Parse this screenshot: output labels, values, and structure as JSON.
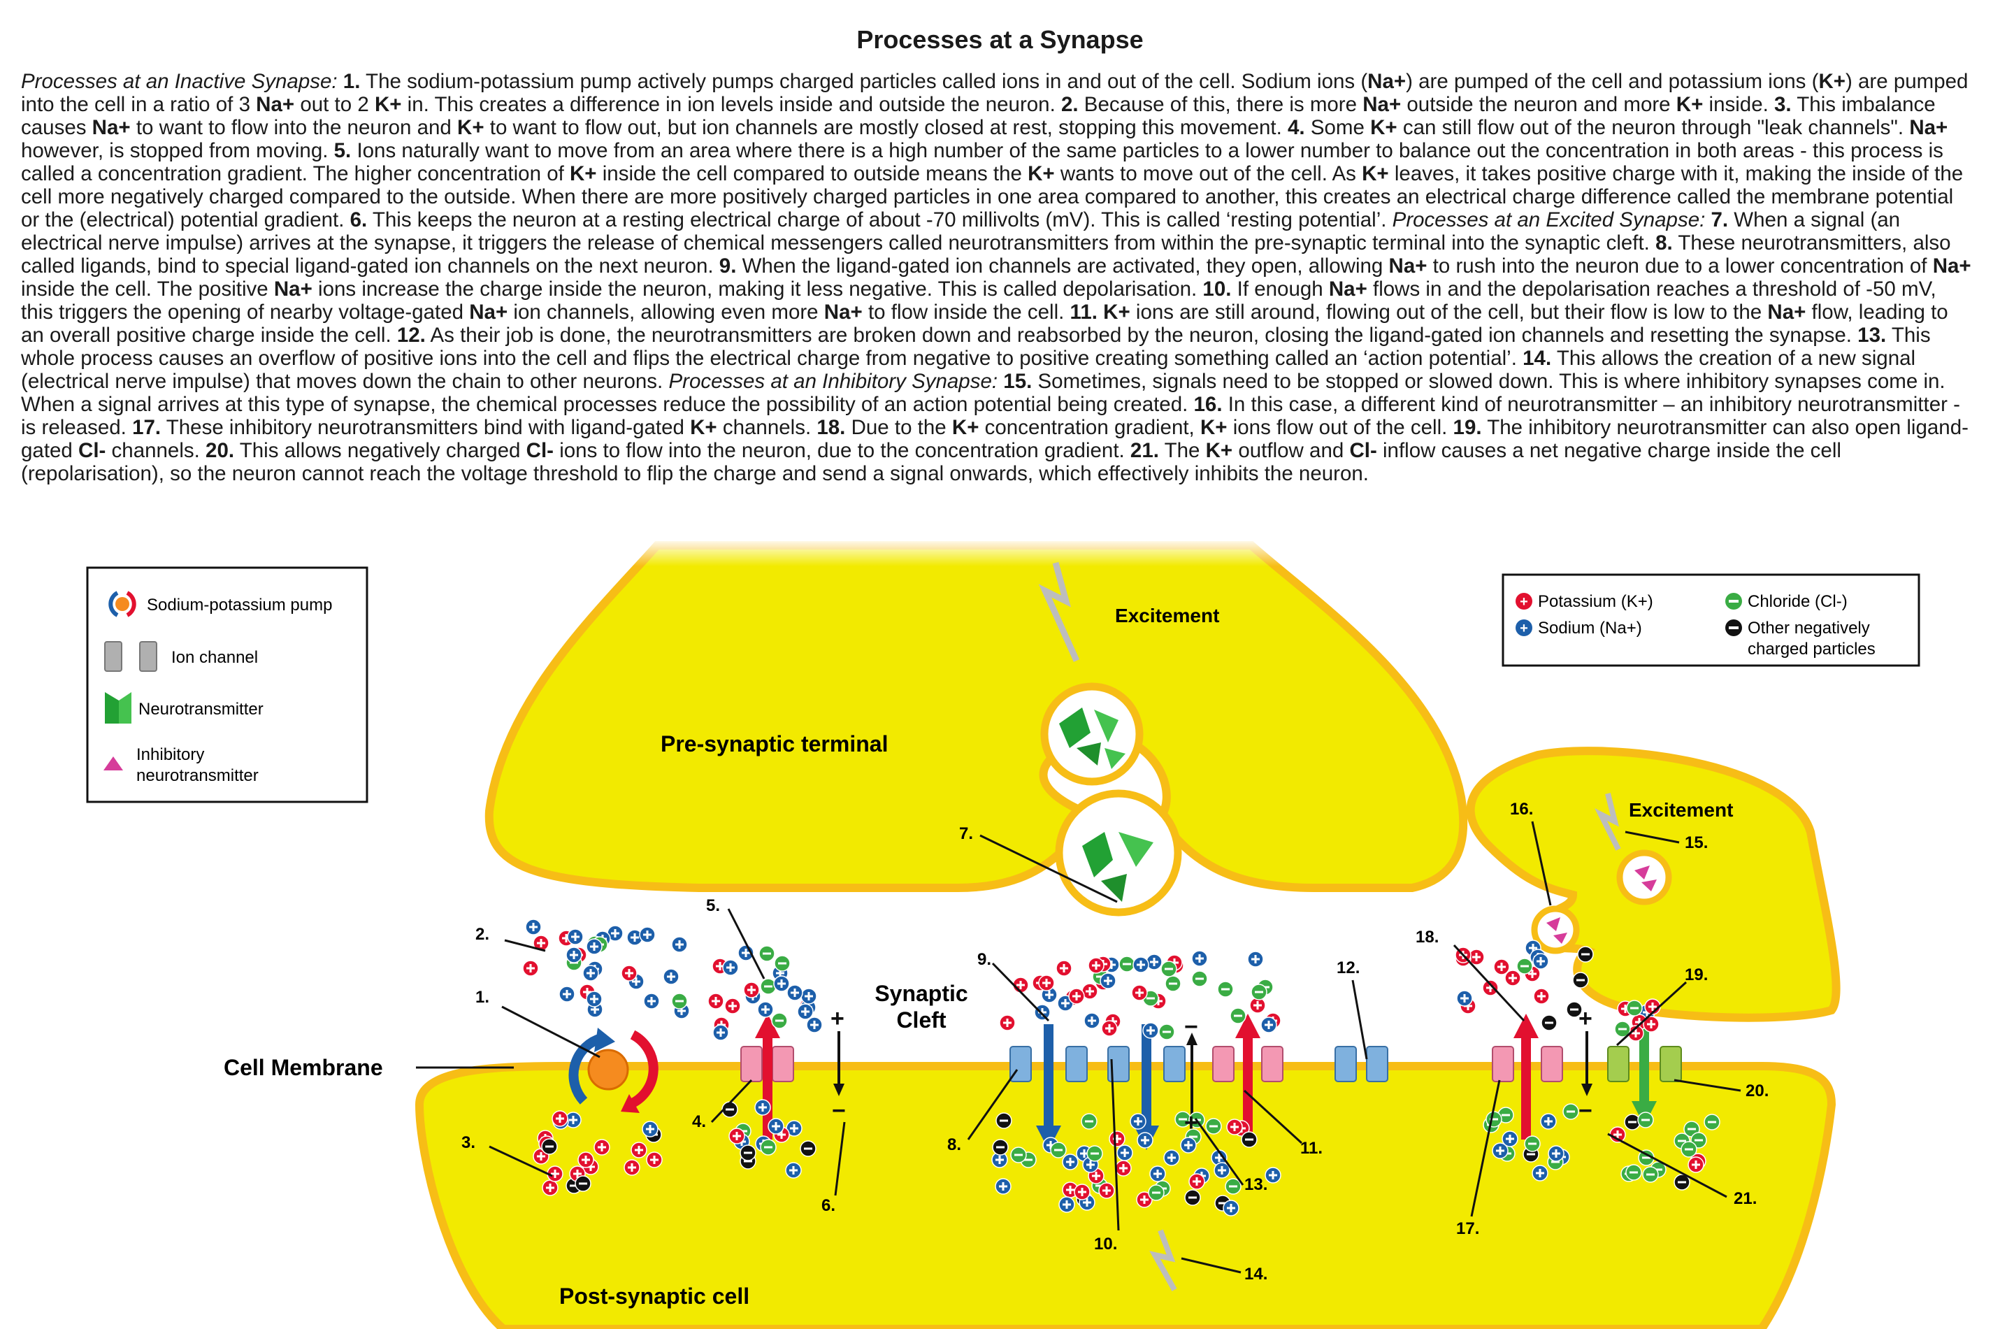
{
  "title": "Processes at a Synapse",
  "paragraph": [
    {
      "t": "i",
      "v": "Processes at an Inactive Synapse: "
    },
    {
      "t": "b",
      "v": "1."
    },
    {
      "t": "n",
      "v": " The sodium-potassium pump actively pumps charged  particles called ions in and out of the cell. Sodium ions ("
    },
    {
      "t": "b",
      "v": "Na+"
    },
    {
      "t": "n",
      "v": ") are pumped of the cell and potassium ions ("
    },
    {
      "t": "b",
      "v": "K+"
    },
    {
      "t": "n",
      "v": ") are pumped into the cell in a ratio of 3 "
    },
    {
      "t": "b",
      "v": "Na+"
    },
    {
      "t": "n",
      "v": " out to 2 "
    },
    {
      "t": "b",
      "v": "K+"
    },
    {
      "t": "n",
      "v": " in. This creates a difference in ion levels inside and outside the neuron. "
    },
    {
      "t": "b",
      "v": "2."
    },
    {
      "t": "n",
      "v": " Because of this, there is more "
    },
    {
      "t": "b",
      "v": "Na+"
    },
    {
      "t": "n",
      "v": " outside the neuron and more "
    },
    {
      "t": "b",
      "v": "K+"
    },
    {
      "t": "n",
      "v": " inside. "
    },
    {
      "t": "b",
      "v": "3."
    },
    {
      "t": "n",
      "v": " This imbalance causes "
    },
    {
      "t": "b",
      "v": "Na+"
    },
    {
      "t": "n",
      "v": " to want to flow into the neuron and "
    },
    {
      "t": "b",
      "v": "K+"
    },
    {
      "t": "n",
      "v": " to want to flow out, but ion channels are mostly closed at rest, stopping this movement. "
    },
    {
      "t": "b",
      "v": "4."
    },
    {
      "t": "n",
      "v": " Some "
    },
    {
      "t": "b",
      "v": "K+"
    },
    {
      "t": "n",
      "v": " can still flow out of the neuron through \"leak channels\". "
    },
    {
      "t": "b",
      "v": "Na+"
    },
    {
      "t": "n",
      "v": " however, is stopped from moving. "
    },
    {
      "t": "b",
      "v": "5."
    },
    {
      "t": "n",
      "v": " Ions naturally want to move from an area where there is a high number of the same particles to a lower number to balance out the concentration in both areas - this process is called a concentration gradient. The higher concentration of "
    },
    {
      "t": "b",
      "v": "K+"
    },
    {
      "t": "n",
      "v": " inside the cell compared to outside means the  "
    },
    {
      "t": "b",
      "v": "K+"
    },
    {
      "t": "n",
      "v": " wants to move out of the cell.  As "
    },
    {
      "t": "b",
      "v": "K+"
    },
    {
      "t": "n",
      "v": " leaves, it takes positive charge with it, making the inside of the cell more negatively charged compared to the outside. When there are more positively charged particles in one area compared to another, this creates an electrical charge difference called the membrane potential or the (electrical) potential gradient.  "
    },
    {
      "t": "b",
      "v": "6."
    },
    {
      "t": "n",
      "v": " This keeps the neuron at a resting electrical charge of about -70 millivolts (mV). This is called ‘resting potential’. "
    },
    {
      "t": "i",
      "v": "Processes at an Excited Synapse: "
    },
    {
      "t": "b",
      "v": "7."
    },
    {
      "t": "n",
      "v": " When a signal (an electrical nerve impulse) arrives at the synapse, it triggers the release of chemical messengers called neurotransmitters from within the pre-synaptic terminal into the synaptic cleft. "
    },
    {
      "t": "b",
      "v": "8."
    },
    {
      "t": "n",
      "v": " These neurotransmitters, also called ligands, bind to special ligand-gated ion channels on the next neuron. "
    },
    {
      "t": "b",
      "v": "9."
    },
    {
      "t": "n",
      "v": " When the ligand-gated ion channels are activated, they open, allowing "
    },
    {
      "t": "b",
      "v": "Na+"
    },
    {
      "t": "n",
      "v": " to rush into the neuron due to a lower concentration of "
    },
    {
      "t": "b",
      "v": "Na+"
    },
    {
      "t": "n",
      "v": " inside the cell. The positive "
    },
    {
      "t": "b",
      "v": "Na+"
    },
    {
      "t": "n",
      "v": " ions increase the charge inside the neuron, making it less negative. This is called depolarisation. "
    },
    {
      "t": "b",
      "v": "10."
    },
    {
      "t": "n",
      "v": " If enough "
    },
    {
      "t": "b",
      "v": "Na+"
    },
    {
      "t": "n",
      "v": " flows in and the depolarisation reaches a threshold of -50 mV, this triggers the opening of nearby voltage-gated "
    },
    {
      "t": "b",
      "v": "Na+"
    },
    {
      "t": "n",
      "v": " ion channels, allowing even more "
    },
    {
      "t": "b",
      "v": "Na+"
    },
    {
      "t": "n",
      "v": " to flow inside the cell. "
    },
    {
      "t": "b",
      "v": "11."
    },
    {
      "t": "n",
      "v": " "
    },
    {
      "t": "b",
      "v": "K+"
    },
    {
      "t": "n",
      "v": " ions are still around, flowing out of the cell, but their flow is low to the "
    },
    {
      "t": "b",
      "v": "Na+"
    },
    {
      "t": "n",
      "v": " flow, leading to an overall positive charge inside the cell. "
    },
    {
      "t": "b",
      "v": "12."
    },
    {
      "t": "n",
      "v": " As their job is done, the neurotransmitters are broken down and reabsorbed by the neuron, closing the ligand-gated ion channels and resetting the synapse. "
    },
    {
      "t": "b",
      "v": "13."
    },
    {
      "t": "n",
      "v": " This whole process causes an overflow of positive ions into the cell and flips the electrical charge from negative to positive creating something called an ‘action potential’. "
    },
    {
      "t": "b",
      "v": "14."
    },
    {
      "t": "n",
      "v": " This allows the creation of a new signal (electrical nerve impulse) that moves down the chain to other neurons. "
    },
    {
      "t": "i",
      "v": "Processes at an Inhibitory Synapse: "
    },
    {
      "t": "b",
      "v": "15."
    },
    {
      "t": "n",
      "v": " Sometimes, signals need to be stopped or slowed down. This is where inhibitory synapses come in. When a signal arrives at this type of synapse, the chemical processes reduce the possibility of an action potential being created.  "
    },
    {
      "t": "b",
      "v": "16."
    },
    {
      "t": "n",
      "v": " In this case, a different kind of neurotransmitter – an inhibitory neurotransmitter - is released. "
    },
    {
      "t": "b",
      "v": "17."
    },
    {
      "t": "n",
      "v": " These inhibitory neurotransmitters bind with ligand-gated "
    },
    {
      "t": "b",
      "v": "K+"
    },
    {
      "t": "n",
      "v": " channels. "
    },
    {
      "t": "b",
      "v": "18."
    },
    {
      "t": "n",
      "v": " Due to the "
    },
    {
      "t": "b",
      "v": "K+"
    },
    {
      "t": "n",
      "v": " concentration gradient, "
    },
    {
      "t": "b",
      "v": "K+"
    },
    {
      "t": "n",
      "v": " ions flow out of the cell. "
    },
    {
      "t": "b",
      "v": "19."
    },
    {
      "t": "n",
      "v": " The inhibitory neurotransmitter can also open ligand-gated "
    },
    {
      "t": "b",
      "v": "Cl-"
    },
    {
      "t": "n",
      "v": " channels. "
    },
    {
      "t": "b",
      "v": "20."
    },
    {
      "t": "n",
      "v": " This allows negatively charged "
    },
    {
      "t": "b",
      "v": "Cl-"
    },
    {
      "t": "n",
      "v": " ions to flow into the neuron, due to the concentration gradient.    "
    },
    {
      "t": "b",
      "v": "21."
    },
    {
      "t": "n",
      "v": " The "
    },
    {
      "t": "b",
      "v": "K+"
    },
    {
      "t": "n",
      "v": " outflow and "
    },
    {
      "t": "b",
      "v": "Cl-"
    },
    {
      "t": "n",
      "v": " inflow causes a net negative charge inside the cell (repolarisation), so the neuron cannot reach the voltage threshold to flip the charge and send a signal onwards, which effectively inhibits the neuron."
    }
  ],
  "legend_left": {
    "pump": "Sodium-potassium pump",
    "channel": "Ion channel",
    "nt": "Neurotransmitter",
    "inh1": "Inhibitory",
    "inh2": "neurotransmitter"
  },
  "legend_right": {
    "k": "Potassium (K+)",
    "na": "Sodium (Na+)",
    "cl": "Chloride (Cl-)",
    "neg1": "Other negatively",
    "neg2": "charged particles"
  },
  "labels": {
    "pre": "Pre-synaptic terminal",
    "post": "Post-synaptic cell",
    "membrane": "Cell Membrane",
    "cleft1": "Synaptic",
    "cleft2": "Cleft",
    "excite1": "Excitement",
    "excite2": "Excitement"
  },
  "numbers": [
    "1.",
    "2.",
    "3.",
    "4.",
    "5.",
    "6.",
    "7.",
    "8.",
    "9.",
    "10.",
    "11.",
    "12.",
    "13.",
    "14.",
    "15.",
    "16.",
    "17.",
    "18.",
    "19.",
    "20.",
    "21."
  ],
  "colors": {
    "cell": "#f2ea00",
    "cell_edge": "#f7bd16",
    "k": "#e2102f",
    "na": "#1d5faa",
    "cl": "#3aac44",
    "neg": "#111111",
    "inhibitory": "#d63c9a",
    "nt": "#22a134",
    "channel_pink": "#f398b3",
    "channel_blue": "#7fb1de",
    "channel_green": "#a4cd4e"
  }
}
